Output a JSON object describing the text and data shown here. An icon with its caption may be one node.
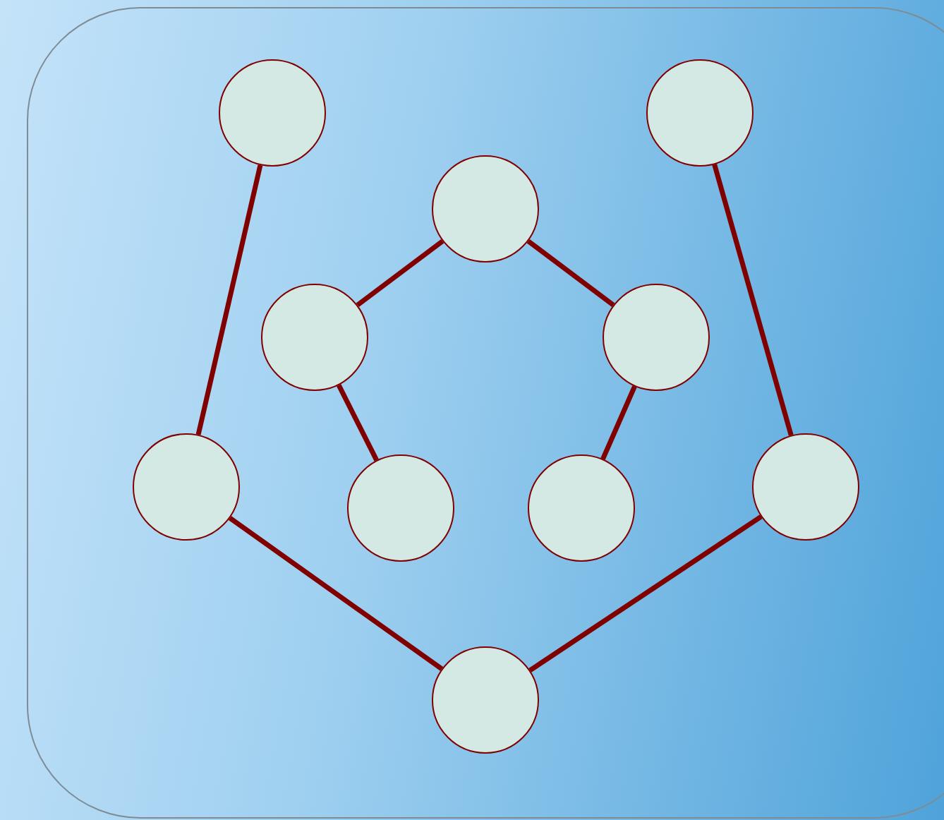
{
  "diagram": {
    "nodes": [
      {
        "text": [],
        "shape": "circle"
      },
      {
        "text": [],
        "shape": "circle"
      },
      {
        "text": [],
        "shape": "circle"
      },
      {
        "text": [],
        "shape": "circle"
      },
      {
        "text": [],
        "shape": "circle"
      },
      {
        "text": [],
        "shape": "circle"
      },
      {
        "text": [],
        "shape": "circle"
      },
      {
        "text": [],
        "shape": "circle"
      },
      {
        "text": [],
        "shape": "circle"
      },
      {
        "text": [],
        "shape": "circle"
      }
    ],
    "edges": [
      {
        "from": 0,
        "to": 5,
        "arrow": "none"
      },
      {
        "from": 1,
        "to": 6,
        "arrow": "none"
      },
      {
        "from": 2,
        "to": 3,
        "arrow": "none"
      },
      {
        "from": 2,
        "to": 4,
        "arrow": "none"
      },
      {
        "from": 3,
        "to": 7,
        "arrow": "none"
      },
      {
        "from": 4,
        "to": 8,
        "arrow": "none"
      },
      {
        "from": 5,
        "to": 9,
        "arrow": "none"
      },
      {
        "from": 6,
        "to": 9,
        "arrow": "none"
      }
    ]
  }
}
